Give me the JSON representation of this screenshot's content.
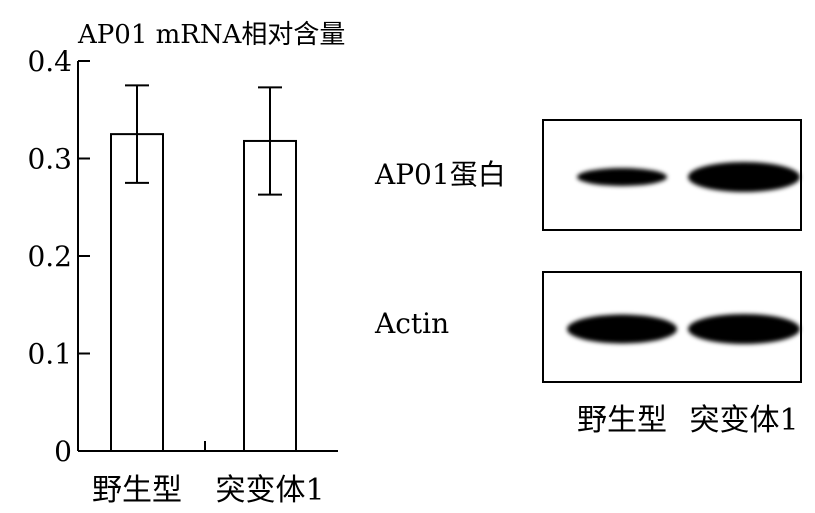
{
  "chart_data": {
    "type": "bar",
    "ylabel": "AP01 mRNA相对含量",
    "categories": [
      "野生型",
      "突变体1"
    ],
    "values": [
      0.325,
      0.318
    ],
    "error": [
      0.05,
      0.055
    ],
    "ylim": [
      0,
      0.4
    ],
    "yticks": [
      "0",
      "0.1",
      "0.2",
      "0.3",
      "0.4"
    ],
    "grid": false
  },
  "western_blot": {
    "rows": [
      {
        "label": "AP01蛋白",
        "band_intensity": [
          0.45,
          1.0
        ]
      },
      {
        "label": "Actin",
        "band_intensity": [
          0.95,
          1.0
        ]
      }
    ],
    "lanes": [
      "野生型",
      "突变体1"
    ]
  }
}
